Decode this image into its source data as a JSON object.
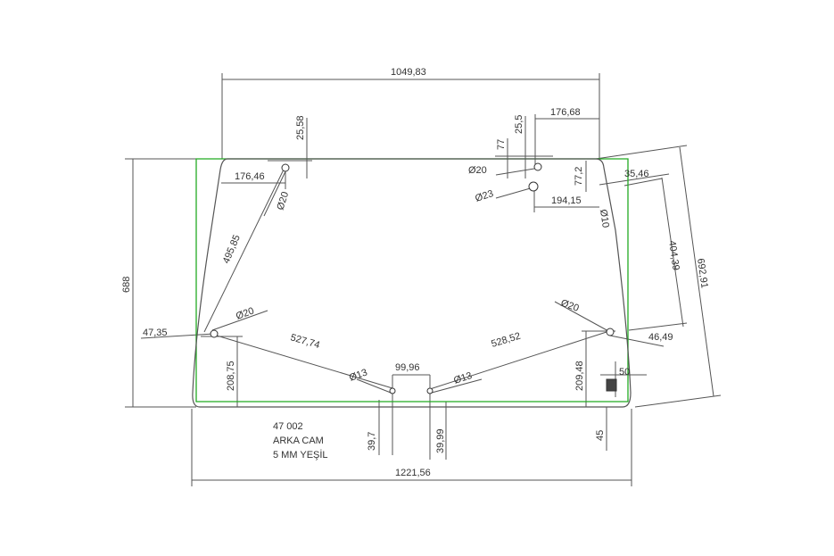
{
  "notes": [
    "47 002",
    "ARKA CAM",
    "5 MM YEŞİL"
  ],
  "dimensions": {
    "top_width": "1049,83",
    "bottom_width": "1221,56",
    "height_left": "688",
    "height_right": "692,91",
    "d_25_58": "25,58",
    "d_176_46": "176,46",
    "hole_tl": "Ø20",
    "d_495_85": "495,85",
    "d_47_35": "47,35",
    "hole_ml": "Ø20",
    "d_208_75": "208,75",
    "d_527_74": "527,74",
    "hole_bl": "Ø13",
    "d_99_96": "99,96",
    "hole_br": "Ø13",
    "d_528_52": "528,52",
    "d_39_7": "39,7",
    "d_39_99": "39,99",
    "d_77": "77",
    "d_25_5": "25,5",
    "d_176_68": "176,68",
    "hole_tr1": "Ø20",
    "hole_tr2": "Ø23",
    "d_77_2": "77,2",
    "d_194_15": "194,15",
    "hole_r10": "Ø10",
    "d_35_46": "35,46",
    "d_404_39": "404,39",
    "hole_mr": "Ø20",
    "d_46_49": "46,49",
    "d_209_48": "209,48",
    "d_50": "50",
    "d_45": "45"
  },
  "colors": {
    "line": "#555555",
    "outline": "#22aa22",
    "text": "#333333"
  }
}
